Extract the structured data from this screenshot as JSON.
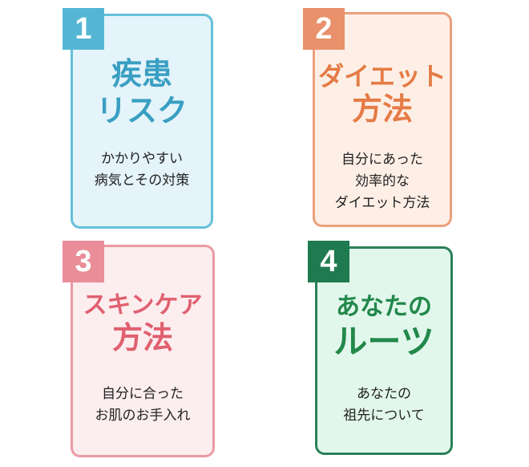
{
  "cards": [
    {
      "number": "1",
      "title": [
        "疾患",
        "リスク"
      ],
      "desc": [
        "かかりやすい",
        "病気とその対策"
      ],
      "colors": {
        "border": "#66c0da",
        "fill": "#e4f4fa",
        "title": "#3a9fc2",
        "badge": "#55b6d4"
      }
    },
    {
      "number": "2",
      "title": [
        "ダイエット",
        "方法"
      ],
      "desc": [
        "自分にあった",
        "効率的な",
        "ダイエット方法"
      ],
      "colors": {
        "border": "#eba07c",
        "fill": "#fdefe6",
        "title": "#e57b45",
        "badge": "#e8916a"
      }
    },
    {
      "number": "3",
      "title": [
        "スキンケア",
        "方法"
      ],
      "desc": [
        "自分に合った",
        "お肌のお手入れ"
      ],
      "colors": {
        "border": "#ea9aa4",
        "fill": "#fcedef",
        "title": "#e0606f",
        "badge": "#e98d98"
      }
    },
    {
      "number": "4",
      "title": [
        "あなたの",
        "ルーツ"
      ],
      "desc": [
        "あなたの",
        "祖先について"
      ],
      "colors": {
        "border": "#2a7f58",
        "fill": "#e2f7ec",
        "title": "#22884b",
        "badge": "#1f7a50"
      }
    }
  ]
}
